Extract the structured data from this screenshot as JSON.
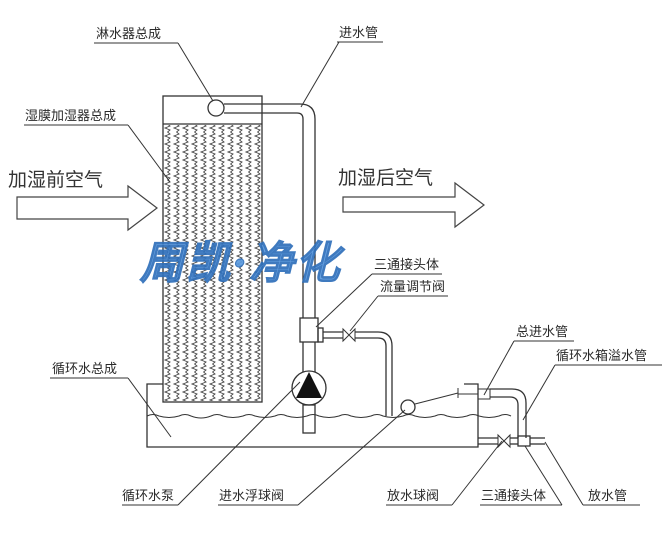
{
  "diagram": {
    "labels": {
      "sprinkler_assembly": "淋水器总成",
      "inlet_pipe": "进水管",
      "wet_film_humidifier_assembly": "湿膜加湿器总成",
      "air_before": "加湿前空气",
      "air_after": "加湿后空气",
      "tee_joint_upper": "三通接头体",
      "flow_control_valve": "流量调节阀",
      "circulating_water_assembly": "循环水总成",
      "main_inlet_pipe": "总进水管",
      "tank_overflow_pipe": "循环水箱溢水管",
      "circulating_pump": "循环水泵",
      "inlet_float_valve": "进水浮球阀",
      "drain_ball_valve": "放水球阀",
      "tee_joint_lower": "三通接头体",
      "drain_pipe": "放水管"
    },
    "watermark": "周凯·净化",
    "colors": {
      "line": "#333333",
      "watermark_fill": "#5b9be0",
      "watermark_stroke": "#2f6fba",
      "pump_fill": "#111111"
    }
  }
}
